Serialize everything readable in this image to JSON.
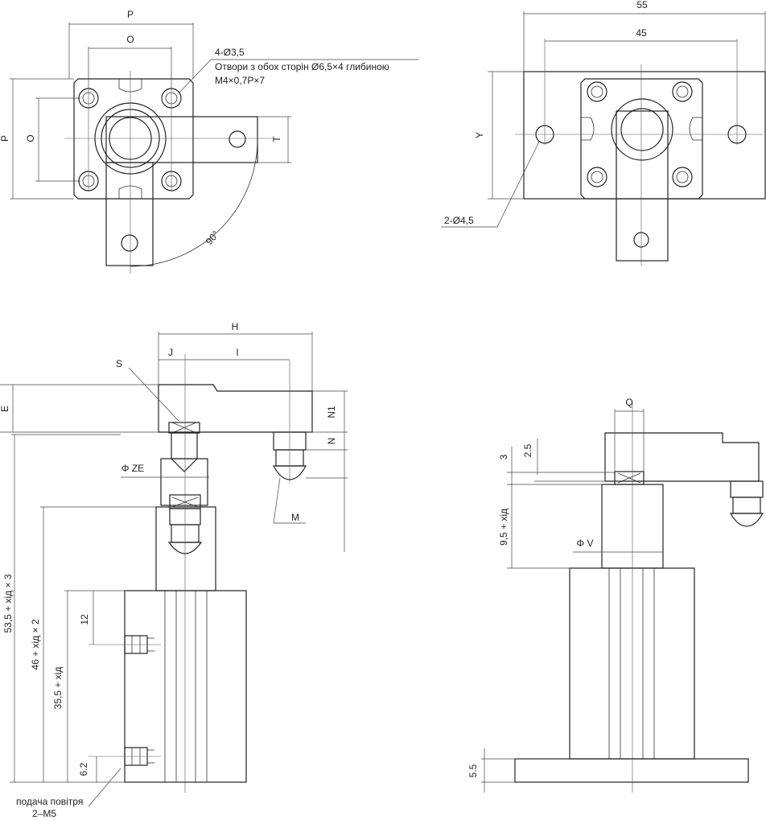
{
  "top_left": {
    "P_top": "P",
    "O_top": "O",
    "P_side": "P",
    "O_side": "O",
    "T": "T",
    "angle": "90°",
    "note_line1": "4-Ø3,5",
    "note_line2": "Отвори з обох сторін Ø6,5×4 глибиною",
    "note_line3": "M4×0,7P×7"
  },
  "top_right": {
    "dim_55": "55",
    "dim_45": "45",
    "Y": "Y",
    "holes": "2-Ø4,5"
  },
  "bottom_left": {
    "H": "H",
    "J": "J",
    "I": "I",
    "S": "S",
    "E": "E",
    "N1": "N1",
    "N": "N",
    "ZE": "Φ ZE",
    "M": "M",
    "d1": "53,5 + хід × 3",
    "d2": "46 + хід × 2",
    "d3": "35,5 + хід",
    "d12": "12",
    "d62": "6.2",
    "air_line1": "подача повітря",
    "air_line2": "2–M5"
  },
  "bottom_right": {
    "Q": "Q",
    "d3": "3",
    "d25": "2.5",
    "d95": "9,5 + хід",
    "V": "Φ V",
    "d55": "5.5"
  }
}
